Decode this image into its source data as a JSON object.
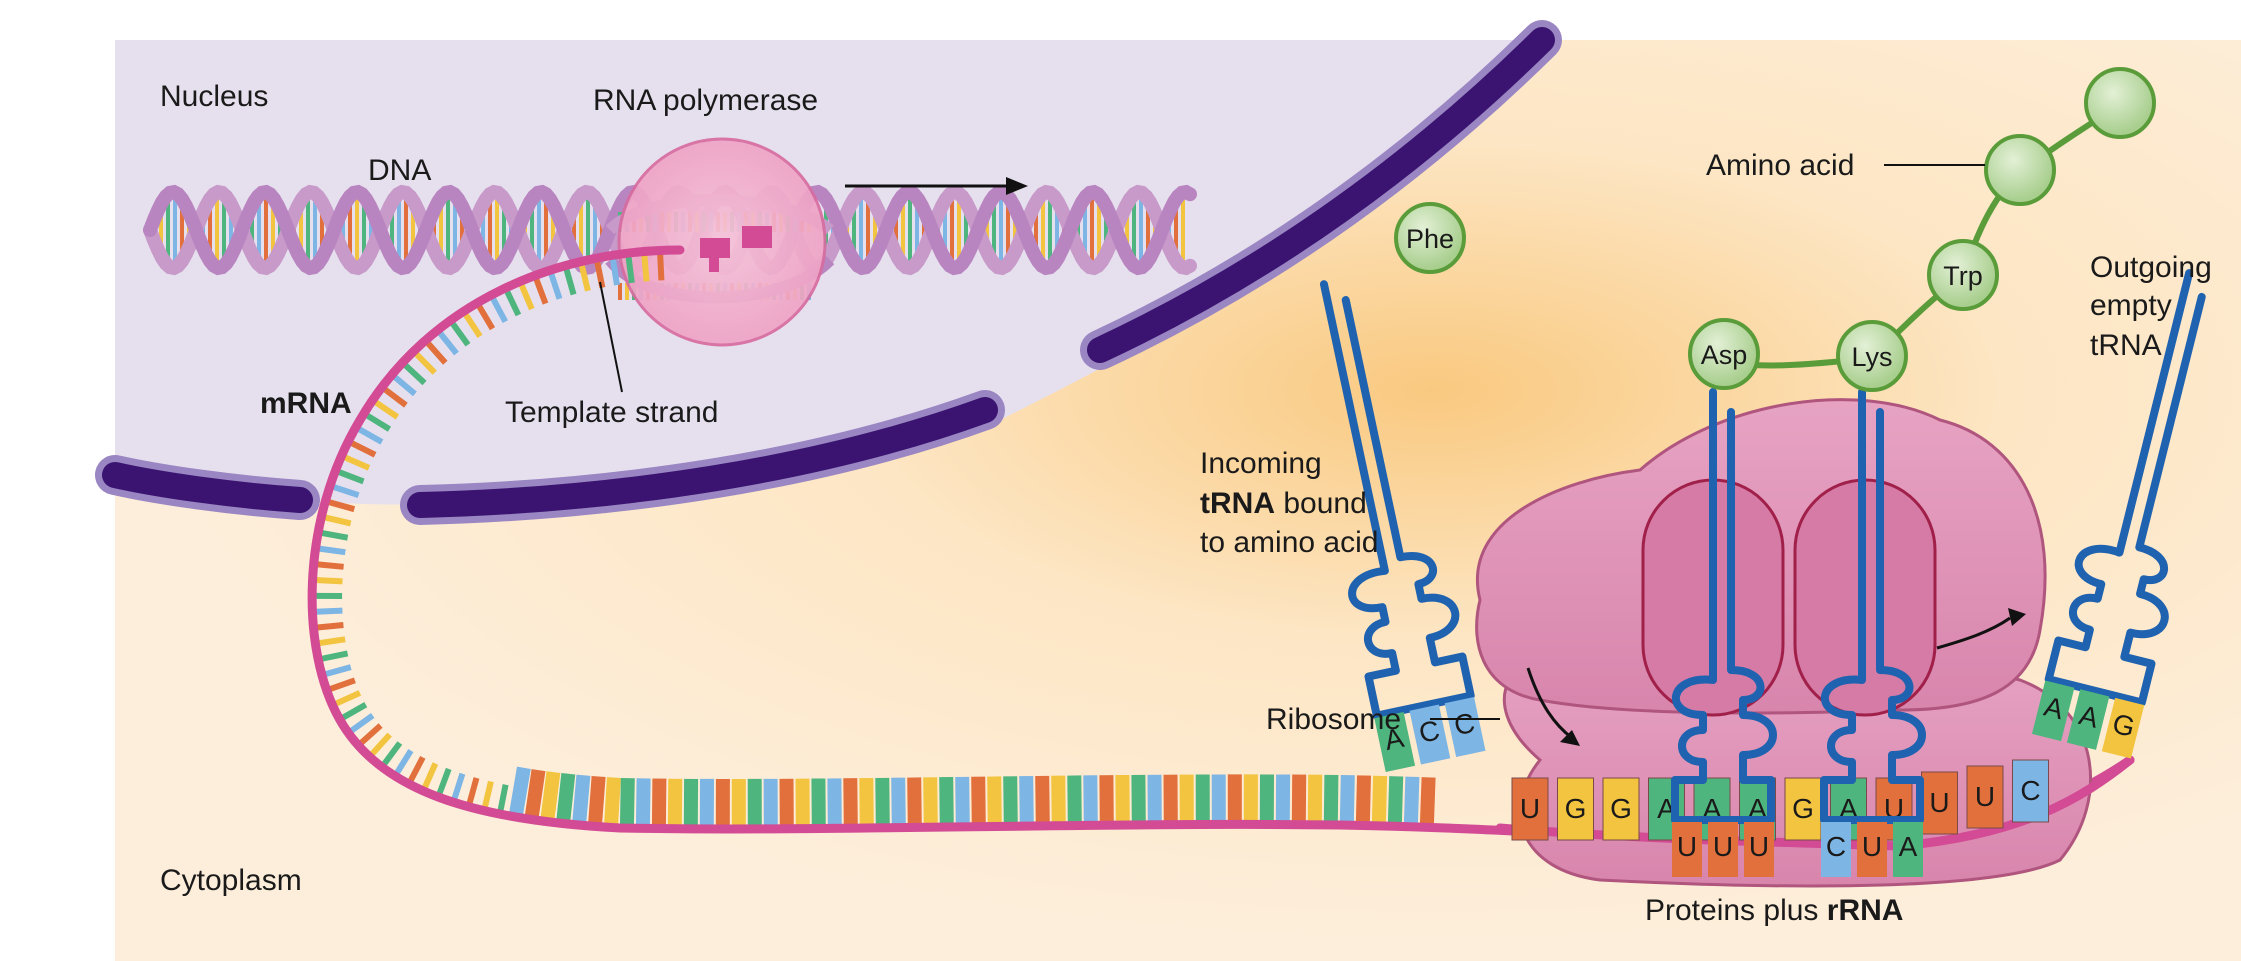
{
  "labels": {
    "nucleus": "Nucleus",
    "dna": "DNA",
    "rna_polymerase": "RNA polymerase",
    "mrna": "mRNA",
    "template_strand": "Template strand",
    "cytoplasm": "Cytoplasm",
    "amino_acid": "Amino acid",
    "outgoing_line1": "Outgoing",
    "outgoing_line2": "empty",
    "outgoing_line3": "tRNA",
    "incoming_line1": "Incoming",
    "incoming_bold": "tRNA",
    "incoming_rest": " bound",
    "incoming_line3": "to amino acid",
    "ribosome": "Ribosome",
    "proteins_prefix": "Proteins plus ",
    "proteins_bold": "rRNA"
  },
  "amino_acids": {
    "phe": "Phe",
    "asp": "Asp",
    "lys": "Lys",
    "trp": "Trp"
  },
  "anticodons": {
    "incoming": [
      "A",
      "C",
      "C"
    ],
    "site1": [
      "U",
      "U",
      "U"
    ],
    "site2": [
      "C",
      "U",
      "A"
    ],
    "outgoing": [
      "A",
      "A",
      "G"
    ]
  },
  "mrna_codons": [
    "U",
    "G",
    "G",
    "A",
    "A",
    "A",
    "G",
    "A",
    "U",
    "U",
    "U",
    "C"
  ],
  "colors": {
    "nucleus_bg": "#e6e0ee",
    "cytoplasm_bg": "#fde9c8",
    "membrane": "#3a1470",
    "membrane_outer": "#9a86c2",
    "mrna": "#d24b94",
    "trna": "#1f62b0",
    "ribosome": "#dd92b5",
    "amino_acid": "#a9cf8f",
    "base_U": "#e2703c",
    "base_G": "#f2c43f",
    "base_A": "#4fb57e",
    "base_C": "#7db5e4"
  }
}
